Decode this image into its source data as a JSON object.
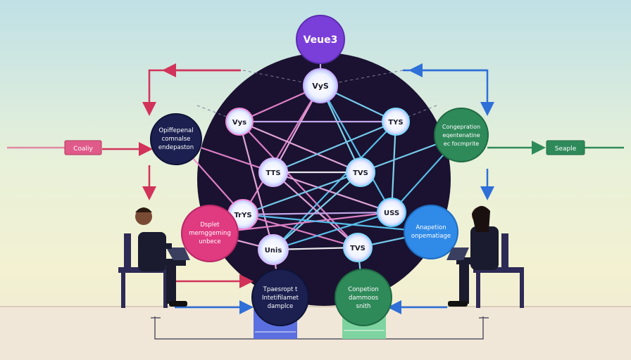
{
  "colors": {
    "core_circle": "#1a1230",
    "purple": "#7b3fd9",
    "navy": "#1b2050",
    "pink": "#e03a80",
    "green": "#2f8a5a",
    "blue": "#2f8ae8",
    "arrow_red": "#d2335a",
    "arrow_blue": "#2e6fd8",
    "arrow_green": "#2f8a5a"
  },
  "diagram": {
    "title_node": "Veue3",
    "small_nodes": [
      "VyS",
      "Vys",
      "TYS",
      "TTS",
      "TVS",
      "TrYS",
      "USS",
      "Unis",
      "TVS"
    ],
    "left_navy_node": [
      "Opiffepenal",
      "comnalse",
      "endepaston"
    ],
    "right_green_node": [
      "Congepration",
      "eqentenatine",
      "ec focmprite"
    ],
    "left_pink_node": [
      "Dsplet",
      "mernggeming",
      "unbece"
    ],
    "right_blue_node": [
      "Anapetion",
      "onpematiage"
    ],
    "bottom_navy_node": [
      "Tpaesropt t",
      "Intetifilamet",
      "damplce"
    ],
    "bottom_green_node": [
      "Conpetion",
      "dammoos",
      "snith"
    ],
    "left_tag": "Coaliy",
    "right_tag": "Seaple"
  }
}
